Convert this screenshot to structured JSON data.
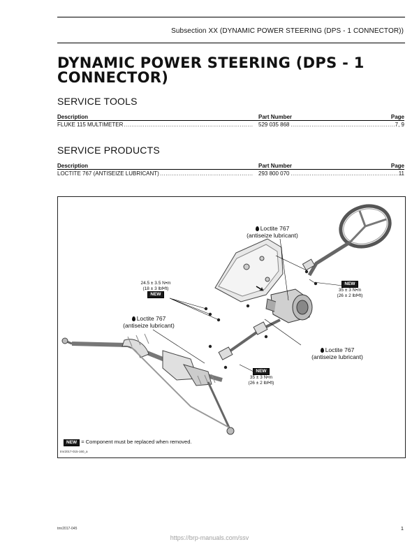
{
  "header": {
    "subsection": "Subsection XX (DYNAMIC POWER STEERING (DPS - 1 CONNECTOR))"
  },
  "title": "DYNAMIC POWER STEERING (DPS - 1 CONNECTOR)",
  "service_tools": {
    "heading": "SERVICE TOOLS",
    "columns": [
      "Description",
      "Part Number",
      "Page"
    ],
    "rows": [
      {
        "description": "FLUKE 115 MULTIMETER",
        "part_number": "529 035 868",
        "page": "7, 9"
      }
    ]
  },
  "service_products": {
    "heading": "SERVICE PRODUCTS",
    "columns": [
      "Description",
      "Part Number",
      "Page"
    ],
    "rows": [
      {
        "description": "LOCTITE 767 (ANTISEIZE LUBRICANT)",
        "part_number": "293 800 070",
        "page": "11"
      }
    ]
  },
  "figure": {
    "callouts": {
      "loctite_top": {
        "name": "Loctite 767",
        "desc": "(antiseize lubricant)"
      },
      "loctite_left": {
        "name": "Loctite 767",
        "desc": "(antiseize lubricant)"
      },
      "loctite_right": {
        "name": "Loctite 767",
        "desc": "(antiseize lubricant)"
      },
      "torque_left": {
        "line1": "24.5 ± 3.5 N•m",
        "line2": "(18 ± 3 lbf•ft)",
        "badge": "NEW"
      },
      "torque_right": {
        "line1": "35 ± 3 N•m",
        "line2": "(26 ± 2 lbf•ft)",
        "badge": "NEW"
      },
      "torque_bottom": {
        "line1": "35 ± 3 N•m",
        "line2": "(26 ± 2 lbf•ft)",
        "badge": "NEW"
      }
    },
    "legend": {
      "badge": "NEW",
      "text": "= Component must be replaced when removed."
    },
    "figure_id": "tmr2017-015-160_a"
  },
  "footer": {
    "doc_id": "tmr2017-045",
    "page_number": "1",
    "url": "https://brp-manuals.com/ssv"
  }
}
